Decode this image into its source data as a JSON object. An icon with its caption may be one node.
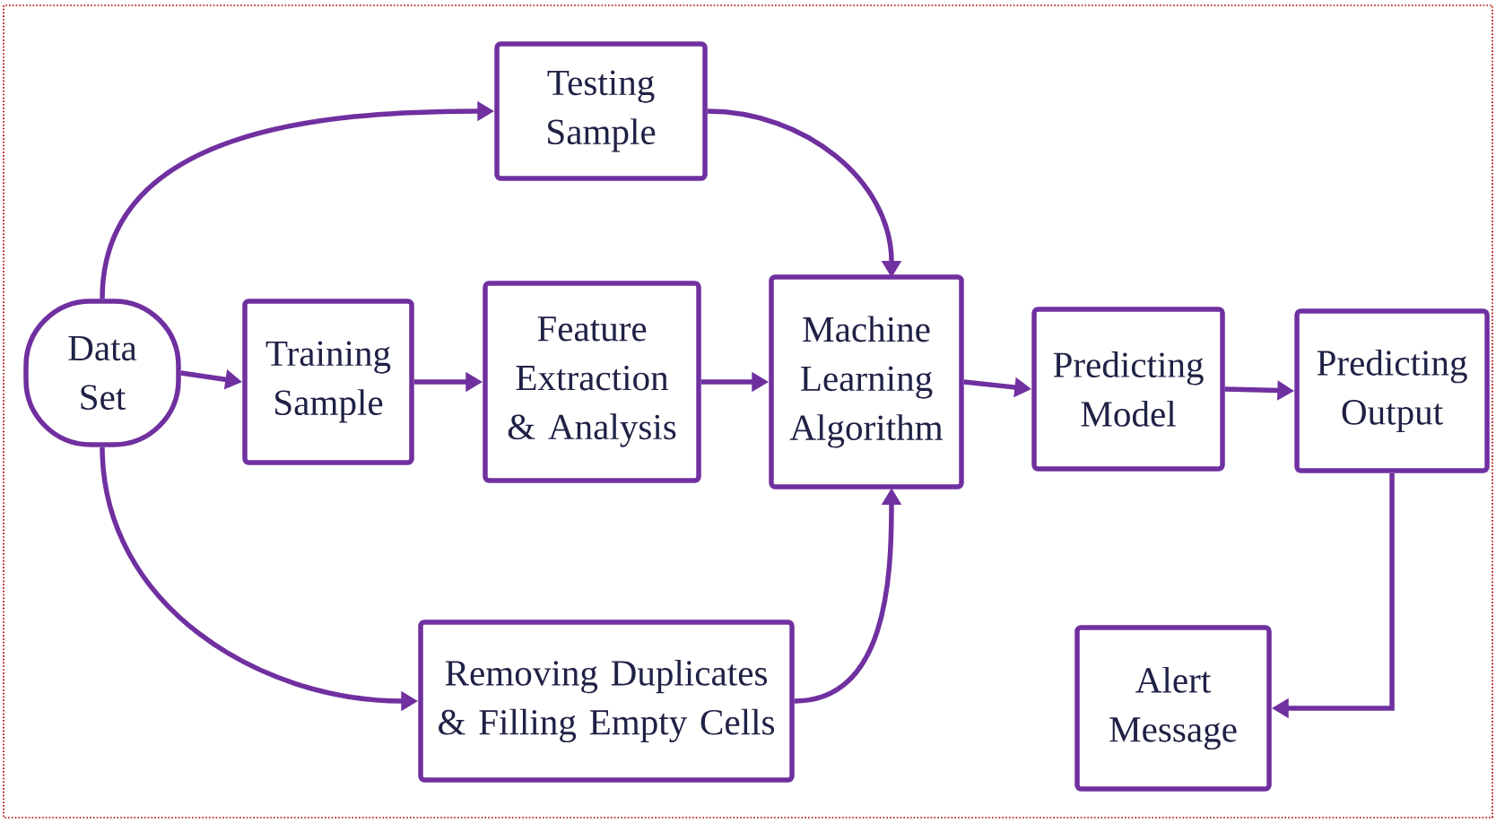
{
  "diagram": {
    "nodes": [
      {
        "text": [
          "Data Set"
        ]
      },
      {
        "text": [
          "Testing Sample"
        ]
      },
      {
        "text": [
          "Training Sample"
        ]
      },
      {
        "text": [
          "Feature Extraction & Analysis"
        ]
      },
      {
        "text": [
          "Machine Learning Algorithm"
        ]
      },
      {
        "text": [
          "Predicting Model"
        ]
      },
      {
        "text": [
          "Predicting Output"
        ]
      },
      {
        "text": [
          "Removing Duplicates & Filling Empty Cells"
        ]
      },
      {
        "text": [
          "Alert Message"
        ]
      }
    ],
    "edges": [
      {
        "from": 0,
        "to": 1,
        "arrow": "to"
      },
      {
        "from": 1,
        "to": 4,
        "arrow": "to"
      },
      {
        "from": 0,
        "to": 2,
        "arrow": "to"
      },
      {
        "from": 2,
        "to": 3,
        "arrow": "to"
      },
      {
        "from": 3,
        "to": 4,
        "arrow": "to"
      },
      {
        "from": 4,
        "to": 5,
        "arrow": "to"
      },
      {
        "from": 5,
        "to": 6,
        "arrow": "to"
      },
      {
        "from": 0,
        "to": 7,
        "arrow": "to"
      },
      {
        "from": 7,
        "to": 4,
        "arrow": "to"
      },
      {
        "from": 6,
        "to": 8,
        "arrow": "to"
      }
    ]
  }
}
